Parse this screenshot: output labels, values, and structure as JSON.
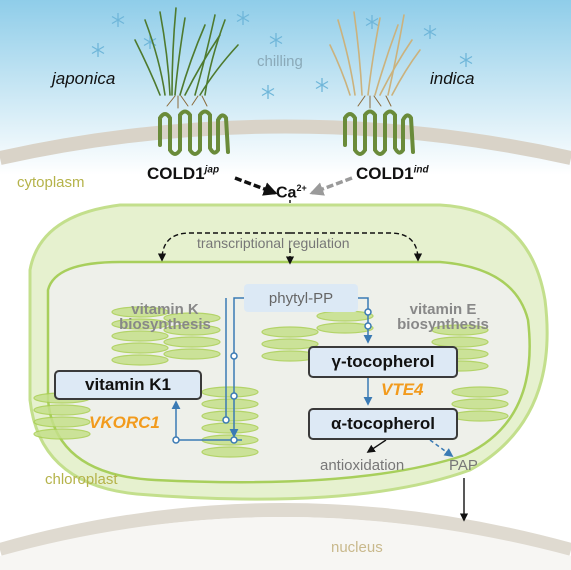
{
  "top": {
    "japonica": "japonica",
    "indica": "indica",
    "chilling": "chilling",
    "cytoplasm": "cytoplasm",
    "cold1": "COLD1",
    "jap_sup": "jap",
    "ind_sup": "ind",
    "ca": "Ca",
    "ca_sup": "2+"
  },
  "chloroplast": {
    "transcriptional_regulation": "transcriptional regulation",
    "vitk_line1": "vitamin K",
    "vitk_line2": "biosynthesis",
    "vite_line1": "vitamin E",
    "vite_line2": "biosynthesis",
    "phytyl": "phytyl-PP",
    "vitamin_k1": "vitamin K1",
    "vkorc1": "VKORC1",
    "gamma_toco": "γ-tocopherol",
    "vte4": "VTE4",
    "alpha_toco": "α-tocopherol",
    "antioxidation": "antioxidation",
    "pap": "PAP",
    "chloroplast_label": "chloroplast"
  },
  "bottom": {
    "nucleus": "nucleus"
  },
  "colors": {
    "sky": "#9fd5ee",
    "membrane": "#d9d3c8",
    "chloro_outer": "#b9d979",
    "chloro_fill": "#e9f3d2",
    "stroma": "#eef2ea",
    "thylakoid": "#a9cf52",
    "receptor": "#6a8b3a",
    "box_fill": "#dde9f5",
    "arrow_blue": "#3a7ab4",
    "enzyme_orange": "#f29b1d",
    "label_olive": "#b5b34a"
  }
}
